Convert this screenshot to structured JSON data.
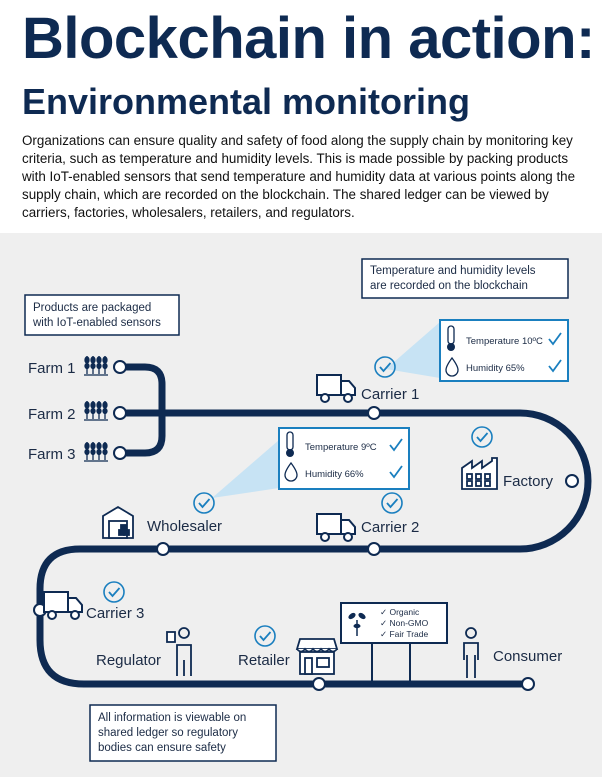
{
  "header": {
    "title": "Blockchain in action:",
    "subtitle": "Environmental monitoring",
    "intro": "Organizations can ensure quality and safety of food along the supply chain by monitoring key criteria, such as temperature and humidity levels. This is made possible by packing products with IoT-enabled sensors that send temperature and humidity data at various points along the supply chain, which are recorded on the blockchain. The shared ledger can be viewed by carriers, factories, wholesalers, retailers, and regulators."
  },
  "callouts": {
    "packaged": [
      "Products are packaged",
      "with IoT-enabled sensors"
    ],
    "recorded": [
      "Temperature and humidity levels",
      "are recorded on the blockchain"
    ],
    "viewable": [
      "All information is viewable on",
      "shared ledger so regulatory",
      "bodies can ensure safety"
    ]
  },
  "nodes": {
    "farm1": "Farm 1",
    "farm2": "Farm 2",
    "farm3": "Farm 3",
    "carrier1": "Carrier 1",
    "factory": "Factory",
    "wholesaler": "Wholesaler",
    "carrier2": "Carrier 2",
    "carrier3": "Carrier 3",
    "regulator": "Regulator",
    "retailer": "Retailer",
    "consumer": "Consumer"
  },
  "readings": {
    "carrier1": {
      "temperature": "Temperature 10ºC",
      "humidity": "Humidity 65%"
    },
    "wholesaler": {
      "temperature": "Temperature 9ºC",
      "humidity": "Humidity 66%"
    }
  },
  "sign": {
    "items": [
      "✓ Organic",
      "✓ Non-GMO",
      "✓ Fair Trade"
    ]
  },
  "colors": {
    "navy": "#0e2a52",
    "accent": "#1a7fbf",
    "panel_bg": "#efefef",
    "glow": "#bfe0f5"
  }
}
